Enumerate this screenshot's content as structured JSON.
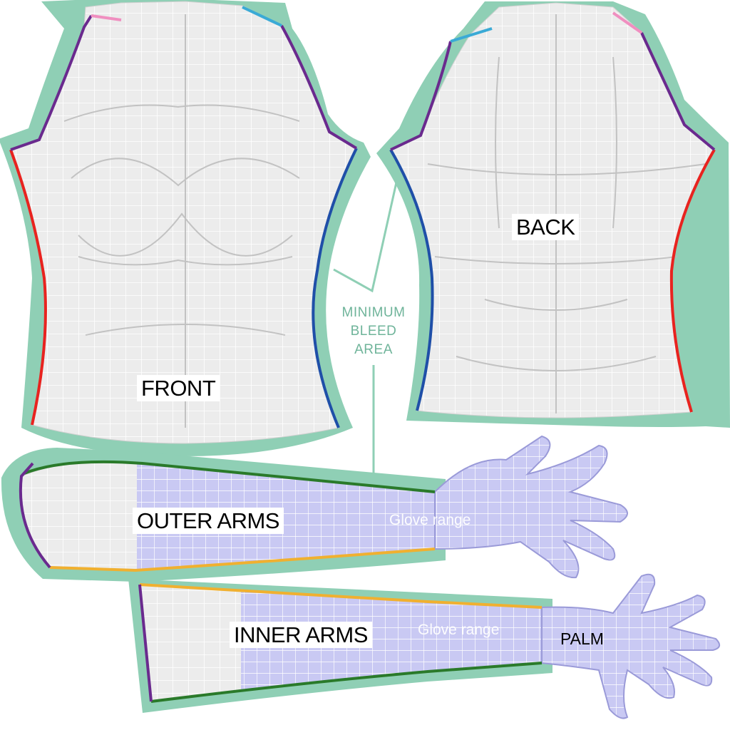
{
  "labels": {
    "front": "FRONT",
    "back": "BACK",
    "outer_arms": "OUTER ARMS",
    "inner_arms": "INNER ARMS",
    "palm": "PALM",
    "glove_outer": "Glove range",
    "glove_inner": "Glove range",
    "bleed_line1": "MINIMUM",
    "bleed_line2": "BLEED",
    "bleed_line3": "AREA"
  },
  "colors": {
    "bleed": "#8fcfb5",
    "panel": "#ececec",
    "mesh": "#ffffff",
    "glove": "#c7c7f5",
    "seam_red": "#e8231f",
    "seam_blue": "#1f4fa8",
    "seam_purple": "#6a2a8e",
    "seam_pink": "#f08fc0",
    "seam_cyan": "#3aaad6",
    "seam_green": "#2a7a2a",
    "seam_yellow": "#f0b030",
    "bleed_text": "#6fb49a"
  }
}
